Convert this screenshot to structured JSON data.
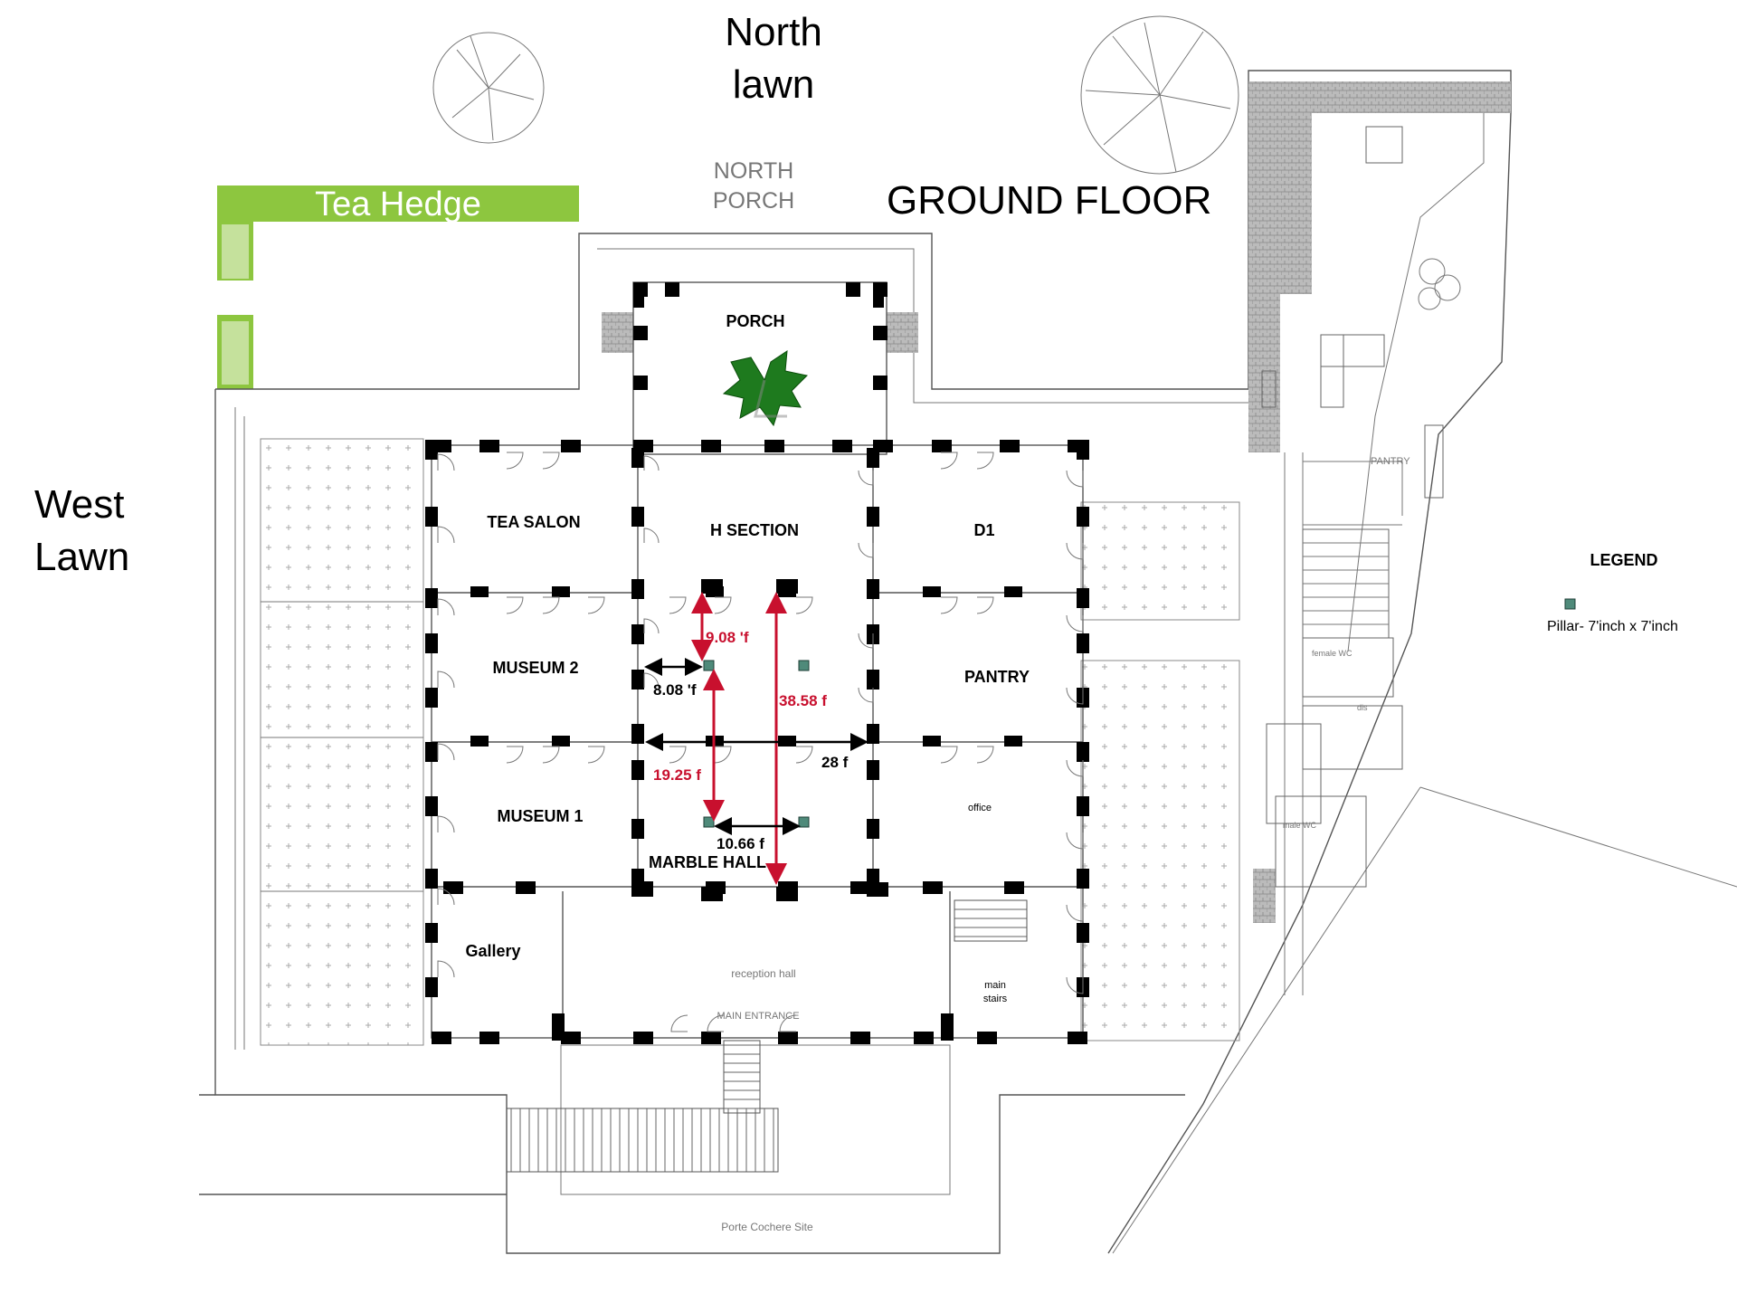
{
  "compass": {
    "north_lawn_line1": "North",
    "north_lawn_line2": "lawn",
    "west_lawn_line1": "West",
    "west_lawn_line2": "Lawn"
  },
  "title": "GROUND FLOOR",
  "north_porch_line1": "NORTH",
  "north_porch_line2": "PORCH",
  "tea_hedge": "Tea Hedge",
  "rooms": {
    "porch": "PORCH",
    "tea_salon": "TEA SALON",
    "h_section": "H SECTION",
    "d1": "D1",
    "museum_2": "MUSEUM 2",
    "pantry": "PANTRY",
    "museum_1": "MUSEUM 1",
    "office": "office",
    "marble_hall": "MARBLE HALL",
    "gallery": "Gallery",
    "reception_hall": "reception hall",
    "main_entrance": "MAIN ENTRANCE",
    "main_stairs_line1": "main",
    "main_stairs_line2": "stairs",
    "porte_cochere": "Porte Cochere Site",
    "pantry_annex": "PANTRY",
    "female_wc": "female WC",
    "male_wc": "male WC",
    "dis": "dis"
  },
  "dimensions": {
    "d_9_08": "9.08 'f",
    "d_8_08": "8.08 'f",
    "d_38_58": "38.58 f",
    "d_28": "28 f",
    "d_19_25": "19.25 f",
    "d_10_66": "10.66 f"
  },
  "legend": {
    "title": "LEGEND",
    "pillar": "Pillar- 7'inch x 7'inch"
  },
  "colors": {
    "hedge": "#8dc63f",
    "dimension_red": "#c8102e",
    "pillar_fill": "#4f8a7a"
  }
}
